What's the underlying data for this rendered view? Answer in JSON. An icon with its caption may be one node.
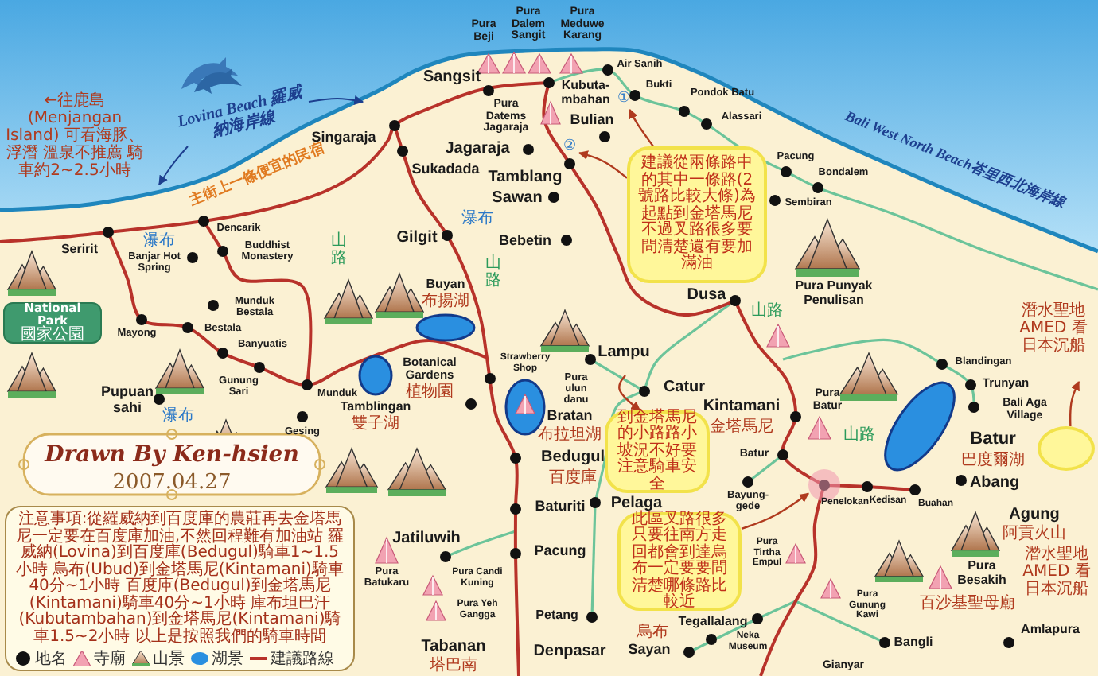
{
  "diagram": {
    "nodes": [
      {
        "text": [
          "National Park",
          "國家公園"
        ]
      },
      {
        "text": [
          "注意事項:從羅威納到百度庫的農莊再去金塔馬尼一定要在百度庫加油,不然回程難有加油站 羅威納(Lovina)到百度庫(Bedugul)騎車1~1.5小時 烏布(Ubud)到金塔馬尼(Kintamani)騎車40分~1小時 百度庫(Bedugul)到金塔馬尼(Kintamani)騎車40分~1小時 庫布坦巴汗(Kubutambahan)到金塔馬尼(Kintamani)騎車1.5~2小時 以上是按照我們的騎車時間"
        ]
      },
      {
        "text": [
          "建議從兩條路中的其中一條路(2號路比較大條)為起點到金塔馬尼不過叉路很多要問清楚還有要加滿油"
        ]
      },
      {
        "text": [
          "到金塔馬尼的小路路小坡況不好要注意騎車安全"
        ]
      },
      {
        "text": [
          "此區叉路很多只要往南方走回都會到達烏布一定要要問清楚哪條路比較近"
        ]
      },
      {
        "text": [],
        "shape": "circle"
      },
      {
        "text": [
          "①"
        ]
      },
      {
        "text": [
          "②"
        ]
      },
      {
        "text": [],
        "shape": "circle"
      }
    ],
    "edges": [
      {
        "from": 2,
        "to": 6,
        "arrow": "to"
      },
      {
        "from": 2,
        "to": 7,
        "arrow": "to"
      },
      {
        "from": null,
        "to": 3,
        "arrow": "to"
      },
      {
        "from": 4,
        "to": 8,
        "arrow": "to"
      },
      {
        "from": 5,
        "to": null,
        "arrow": "to"
      }
    ],
    "labels": [
      "←往鹿島 (Menjangan Island) 可看海豚、浮潛 溫泉不推薦 騎車約2~2.5小時",
      "Lovina Beach 羅威納海岸線",
      "主街上一條便宜的民宿",
      "Pura Dalem Sangit",
      "Pura Meduwe Karang",
      "Pura Beji",
      "Sangsit",
      "Singaraja",
      "Pura Datems Jagaraja",
      "Jagaraja",
      "Sukadada",
      "Kubuta-mbahan",
      "Air Sanih",
      "Bukti",
      "Pondok Batu",
      "Bulian",
      "Alassari",
      "Tamblang",
      "Sawan",
      "Pacung",
      "Bondalem",
      "Sembiran",
      "Bali West North Beach峇里西北海岸線",
      "Bebetin",
      "Seririt",
      "Dencarik",
      "Buddhist Monastery",
      "Banjar Hot Spring",
      "Gilgit",
      "Munduk Bestala",
      "Mayong",
      "Bestala",
      "Banyuatis",
      "Gunung Sari",
      "Munduk",
      "Gesing",
      "Pupuan sahi",
      "Tamblingan",
      "雙子湖",
      "Buyan",
      "布揚湖",
      "Botanical Gardens",
      "植物園",
      "Strawberry Shop",
      "Pura ulun danu",
      "Bratan",
      "布拉坦湖",
      "Bedugul",
      "百度庫",
      "Baturiti",
      "Pacung",
      "Jatiluwih",
      "Pura Batukaru",
      "Pura Candi Kuning",
      "Pura Yeh Gangga",
      "Tabanan",
      "塔巴南",
      "Denpasar",
      "Lampu",
      "Catur",
      "Dusa",
      "Pura Punyak Penulisan",
      "Kintamani",
      "金塔馬尼",
      "Pura Batur",
      "Batur",
      "Pelaga",
      "Blandingan",
      "Trunyan",
      "Bali Aga Village",
      "Batur",
      "巴度爾湖",
      "Abang",
      "Bayung-gede",
      "Penelokan",
      "Kedisan",
      "Buahan",
      "Agung",
      "阿貢火山",
      "Pura Tirtha Empul",
      "Pura Gunung Kawi",
      "Pura Besakih",
      "百沙基聖母廟",
      "Tegallalang",
      "Neka Museum",
      "烏布",
      "Sayan",
      "Petang",
      "Gianyar",
      "Bangli",
      "Amlapura",
      "Drawn By Ken-hsien",
      "2007.04.27",
      "瀑布",
      "瀑布",
      "瀑布",
      "山路",
      "山路",
      "山路",
      "山路",
      "潛水聖地 AMED 看日本沉船",
      "潛水聖地 AMED 看日本沉船"
    ],
    "legend": [
      {
        "text": "地名"
      },
      {
        "text": "寺廟"
      },
      {
        "text": "山景"
      },
      {
        "text": "湖景",
        "color": "#2a8fe0"
      },
      {
        "text": "建議路線"
      }
    ]
  }
}
